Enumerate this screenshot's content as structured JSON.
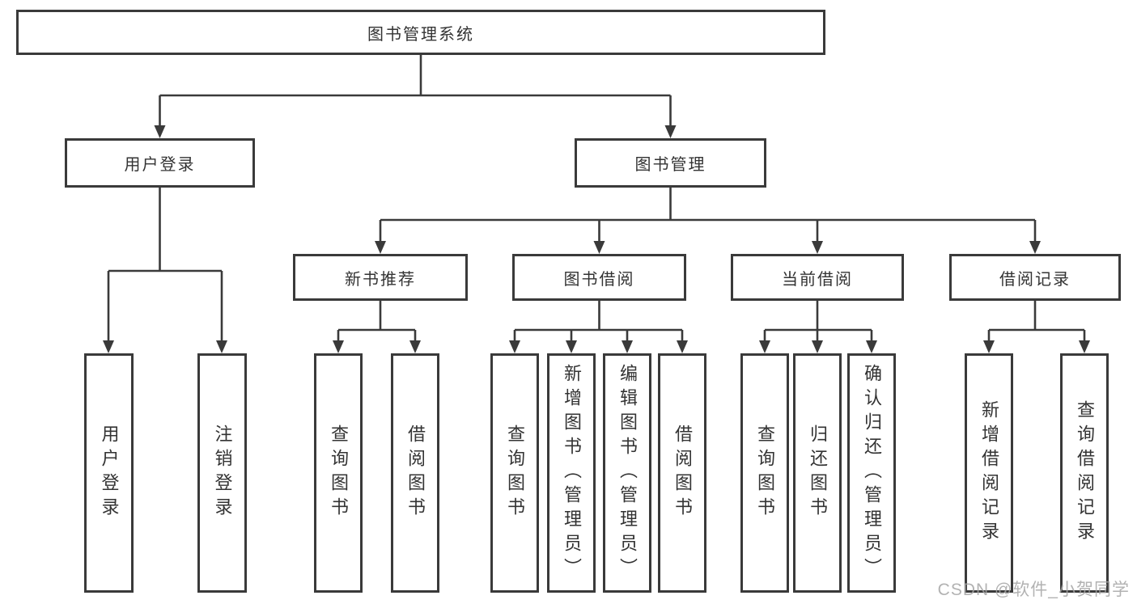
{
  "diagram": {
    "title": "图书管理系统",
    "type": "hierarchy-tree",
    "tree": {
      "label": "图书管理系统",
      "children": [
        {
          "label": "用户登录",
          "children": [
            {
              "label": "用户登录"
            },
            {
              "label": "注销登录"
            }
          ]
        },
        {
          "label": "图书管理",
          "children": [
            {
              "label": "新书推荐",
              "children": [
                {
                  "label": "查询图书"
                },
                {
                  "label": "借阅图书"
                }
              ]
            },
            {
              "label": "图书借阅",
              "children": [
                {
                  "label": "查询图书"
                },
                {
                  "label": "新增图书（管理员）"
                },
                {
                  "label": "编辑图书（管理员）"
                },
                {
                  "label": "借阅图书"
                }
              ]
            },
            {
              "label": "当前借阅",
              "children": [
                {
                  "label": "查询图书"
                },
                {
                  "label": "归还图书"
                },
                {
                  "label": "确认归还（管理员）"
                }
              ]
            },
            {
              "label": "借阅记录",
              "children": [
                {
                  "label": "新增借阅记录"
                },
                {
                  "label": "查询借阅记录"
                }
              ]
            }
          ]
        }
      ]
    }
  },
  "watermark": "CSDN @软件_小贺同学",
  "colors": {
    "line": "#3a3a3a",
    "text": "#333333",
    "background": "#ffffff",
    "watermark": "#a5a5a5"
  }
}
